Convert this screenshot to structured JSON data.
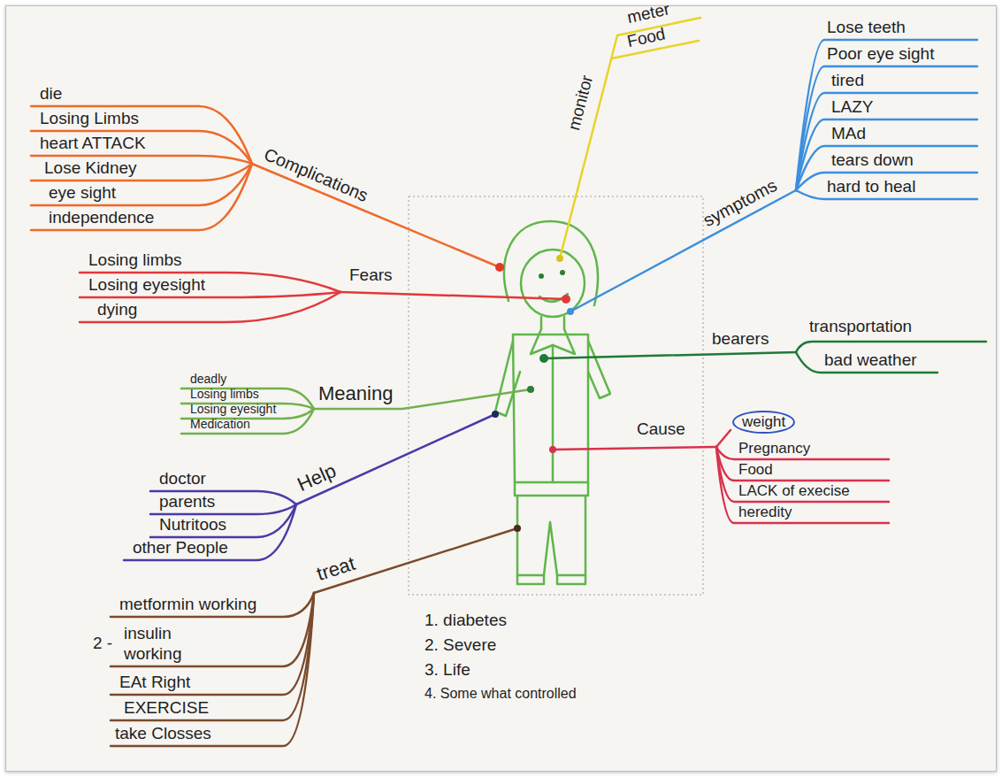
{
  "diagram": {
    "nodes": [
      {
        "text": [
          "weight"
        ]
      }
    ],
    "labels": [
      "die",
      "Losing Limbs",
      "heart ATTACK",
      "Lose Kidney",
      "eye sight",
      "independence",
      "Complications",
      "monitor",
      "meter",
      "Food",
      "Lose teeth",
      "Poor eye sight",
      "tired",
      "LAZY",
      "MAd",
      "tears down",
      "hard to heal",
      "symptoms",
      "Losing limbs",
      "Losing eyesight",
      "dying",
      "Fears",
      "bearers",
      "transportation",
      "bad weather",
      "deadly",
      "Losing limbs",
      "Losing eyesight",
      "Medication",
      "Meaning",
      "doctor",
      "parents",
      "Nutritoos",
      "other People",
      "Help",
      "treat",
      "metformin working",
      "2 -",
      "insulin working",
      "EAt Right",
      "EXERCISE",
      "take Closses",
      "Cause",
      "Pregnancy",
      "Food",
      "LACK of execise",
      "heredity",
      "1. diabetes",
      "2. Severe",
      "3. Life",
      "4. Some what controlled"
    ]
  }
}
